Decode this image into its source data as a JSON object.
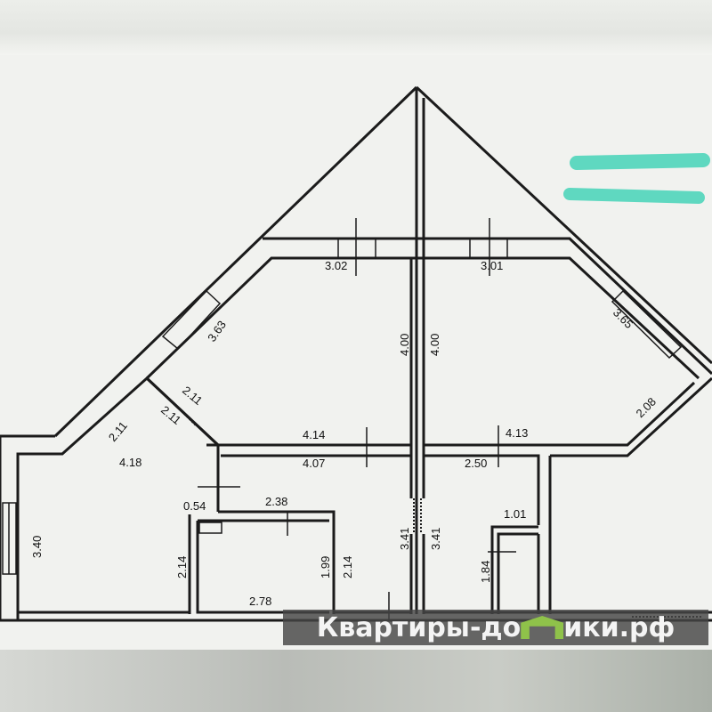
{
  "plan": {
    "dimensions": {
      "top_left_window": "3.02",
      "top_right_window": "3.01",
      "left_diag_window": "3.63",
      "right_diag_window": "3.65",
      "center_wall_left": "4.00",
      "center_wall_right": "4.00",
      "left_outer_diag": "2.11",
      "left_inner_diag_a": "2.11",
      "left_inner_diag_b": "2.11",
      "left_room_width": "4.18",
      "corridor_top_left": "4.14",
      "corridor_bottom_left": "4.07",
      "corridor_top_right": "4.13",
      "corridor_bottom_right": "2.50",
      "right_diag": "2.08",
      "door_offset": "0.54",
      "bath_top": "2.38",
      "left_wall_height": "3.40",
      "bath_left": "2.14",
      "bath_inner": "1.99",
      "bath_right": "2.14",
      "bath_bottom": "2.78",
      "hall_left": "3.41",
      "hall_right": "3.41",
      "closet_top": "1.01",
      "closet_side": "1.84"
    },
    "highlight_color": "#5fd8c0"
  },
  "watermark": {
    "text_before": "Квартиры-до",
    "text_after": "ики.рф",
    "full": "Квартиры-домики.рф"
  }
}
